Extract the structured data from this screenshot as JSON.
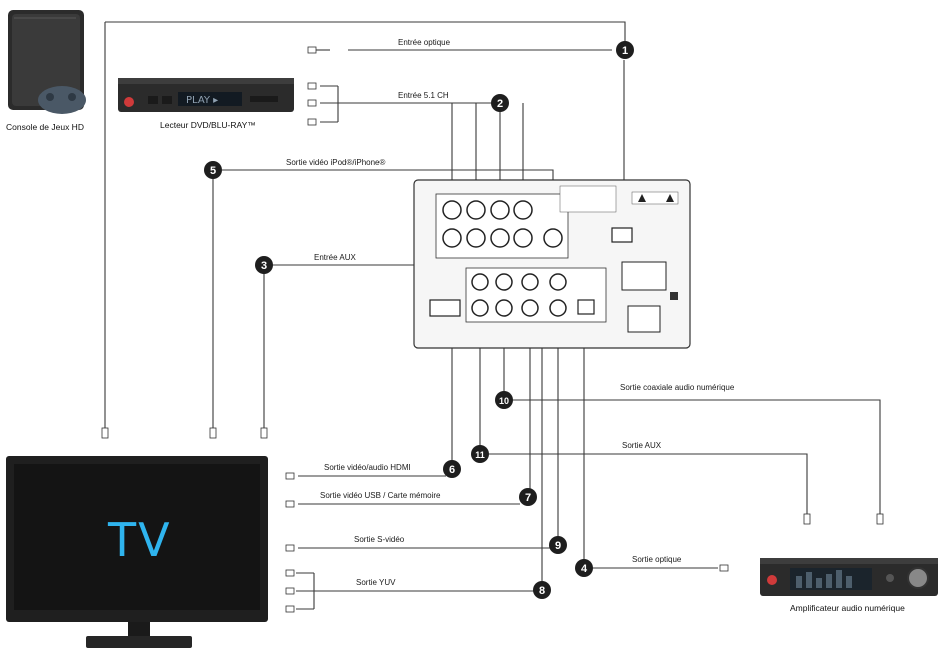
{
  "devices": {
    "console": "Console de Jeux HD",
    "dvd": "Lecteur DVD/BLU-RAY™",
    "dvd_display": "PLAY ▸",
    "tv_screen": "TV",
    "amplifier": "Amplificateur audio numérique"
  },
  "connections": {
    "optical_in": "Entrée optique",
    "in_51": "Entrée 5.1 CH",
    "ipod_video": "Sortie vidéo iPod®/iPhone®",
    "aux_in": "Entrée AUX",
    "coax_out": "Sortie coaxiale audio numérique",
    "aux_out": "Sortie AUX",
    "hdmi_out": "Sortie vidéo/audio HDMI",
    "usb_out": "Sortie vidéo USB / Carte mémoire",
    "svideo_out": "Sortie S-vidéo",
    "optical_out": "Sortie optique",
    "yuv_out": "Sortie YUV"
  },
  "badges": [
    "1",
    "2",
    "3",
    "4",
    "5",
    "6",
    "7",
    "8",
    "9",
    "10",
    "11"
  ],
  "colors": {
    "badge": "#1e1e1e",
    "wire": "#3a3a3a",
    "tv_text": "#2fb4ee",
    "device_body": "#2b2b2b"
  }
}
